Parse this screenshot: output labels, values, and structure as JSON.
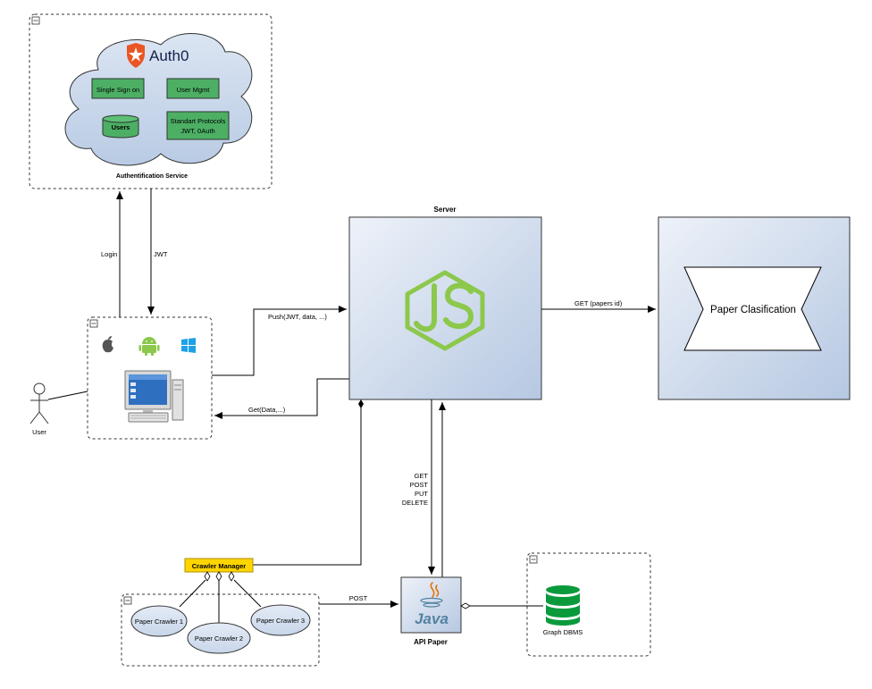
{
  "auth_service": {
    "brand": "Auth0",
    "single_sign_on": "Single Sign on",
    "user_mgmt": "User Mgmt",
    "users": "Users",
    "protocols_line1": "Standart Protocols",
    "protocols_line2": "JWT, 0Auth",
    "title": "Authentification Service"
  },
  "edges": {
    "login": "Login",
    "jwt": "JWT",
    "push": "Push(JWT, data, ...)",
    "get_data": "Get(Data,...)",
    "get_papers_id": "GET (papers id)",
    "method_get": "GET",
    "method_post": "POST",
    "method_put": "PUT",
    "method_delete": "DELETE",
    "post": "POST"
  },
  "user": {
    "label": "User"
  },
  "server": {
    "title": "Server"
  },
  "classification": {
    "label": "Paper Clasification"
  },
  "crawler": {
    "manager": "Crawler Manager",
    "crawler1": "Paper Crawler 1",
    "crawler2": "Paper Crawler 2",
    "crawler3": "Paper Crawler 3"
  },
  "api": {
    "logo_text": "Java",
    "label": "API Paper"
  },
  "graph_db": {
    "label": "Graph DBMS"
  },
  "colors": {
    "node_green": "#8cc84b",
    "auth0_orange": "#eb5424",
    "green_box": "#4caf64",
    "crawler_yellow": "#ffd500",
    "db_green": "#0a9a3c",
    "cloud_fill": "#c6d5ea"
  }
}
